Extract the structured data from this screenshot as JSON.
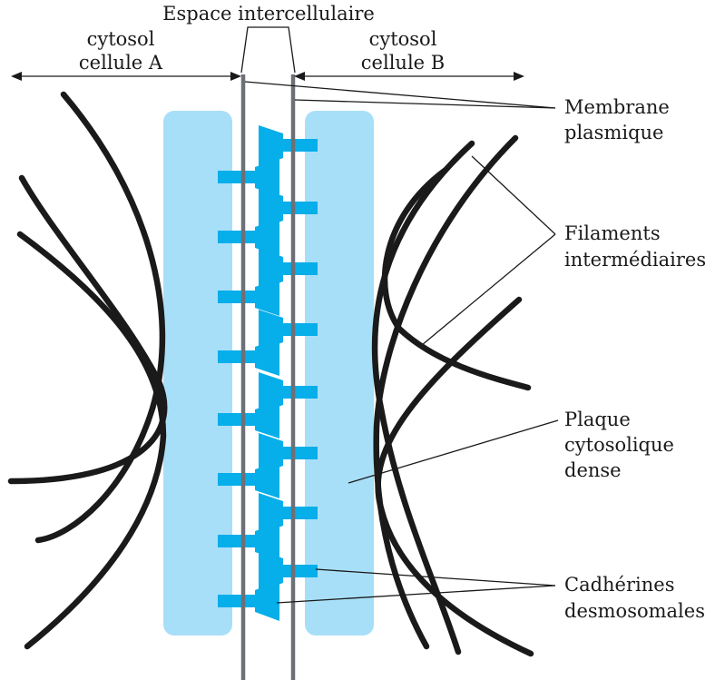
{
  "labels": {
    "espace": "Espace intercellulaire",
    "cytosol_a_line1": "cytosol",
    "cytosol_a_line2": "cellule A",
    "cytosol_b_line1": "cytosol",
    "cytosol_b_line2": "cellule B",
    "membrane_line1": "Membrane",
    "membrane_line2": "plasmique",
    "filaments_line1": "Filaments",
    "filaments_line2": "intermédiaires",
    "plaque_line1": "Plaque",
    "plaque_line2": "cytosolique",
    "plaque_line3": "dense",
    "cadherines_line1": "Cadhérines",
    "cadherines_line2": "desmosomales"
  },
  "colors": {
    "plaque": "#a8dff8",
    "cadherine": "#06aeea",
    "membrane": "#6d7076",
    "filament": "#1a1a1a"
  }
}
